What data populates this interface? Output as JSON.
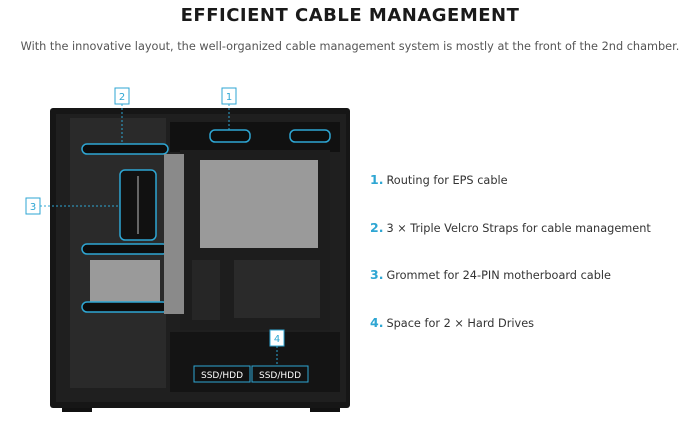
{
  "header": {
    "title": "EFFICIENT CABLE MANAGEMENT",
    "subtitle": "With the innovative layout, the well-organized cable management system is mostly at the front of the 2nd chamber."
  },
  "callouts": {
    "c1": "1",
    "c2": "2",
    "c3": "3",
    "c4": "4"
  },
  "bays": {
    "bay1": "SSD/HDD",
    "bay2": "SSD/HDD"
  },
  "features": [
    {
      "num": "1.",
      "text": "Routing for EPS cable"
    },
    {
      "num": "2.",
      "text": "3 × Triple Velcro Straps for cable management"
    },
    {
      "num": "3.",
      "text": "Grommet for 24-PIN motherboard cable"
    },
    {
      "num": "4.",
      "text": "Space for 2 × Hard Drives"
    }
  ],
  "colors": {
    "accent": "#2ea6d3",
    "case_body": "#1b1b1b",
    "panel": "#9a9a9a"
  }
}
